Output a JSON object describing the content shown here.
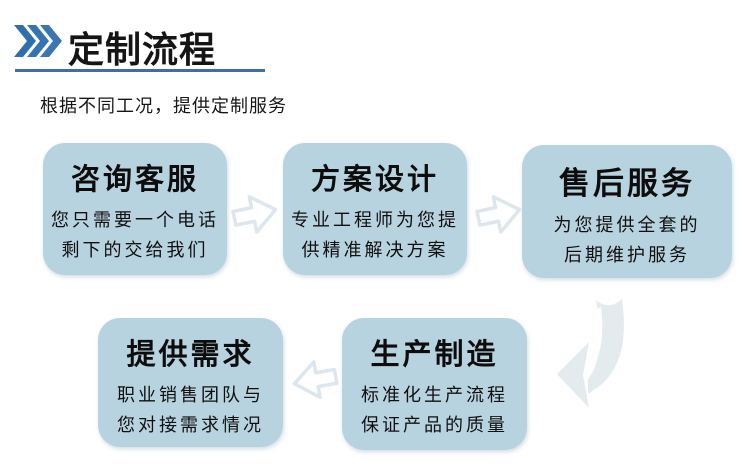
{
  "header": {
    "title": "定制流程",
    "subtitle": "根据不同工况，提供定制服务"
  },
  "colors": {
    "chevron_blue": "#2f6fae",
    "underline_blue": "#3c6fa6",
    "box_fill": "#b8d3e0",
    "arrow_outline": "#dce6ec",
    "arrow_light_fill": "#e4ebef",
    "text_color": "#101010"
  },
  "steps": [
    {
      "title": "咨询客服",
      "lines": [
        "您只需要一个电话",
        "剩下的交给我们"
      ]
    },
    {
      "title": "方案设计",
      "lines": [
        "专业工程师为您提",
        "供精准解决方案"
      ]
    },
    {
      "title": "售后服务",
      "lines": [
        "为您提供全套的",
        "后期维护服务"
      ]
    },
    {
      "title": "提供需求",
      "lines": [
        "职业销售团队与",
        "您对接需求情况"
      ]
    },
    {
      "title": "生产制造",
      "lines": [
        "标准化生产流程",
        "保证产品的质量"
      ]
    }
  ],
  "icons": {
    "header_icon": "triple-chevron-icon",
    "arrow_between_step1_2": "arrow-right-icon",
    "arrow_between_step2_3": "arrow-right-icon",
    "arrow_row_connector": "bent-down-left-arrow-icon",
    "arrow_between_step5_4": "arrow-left-icon"
  }
}
